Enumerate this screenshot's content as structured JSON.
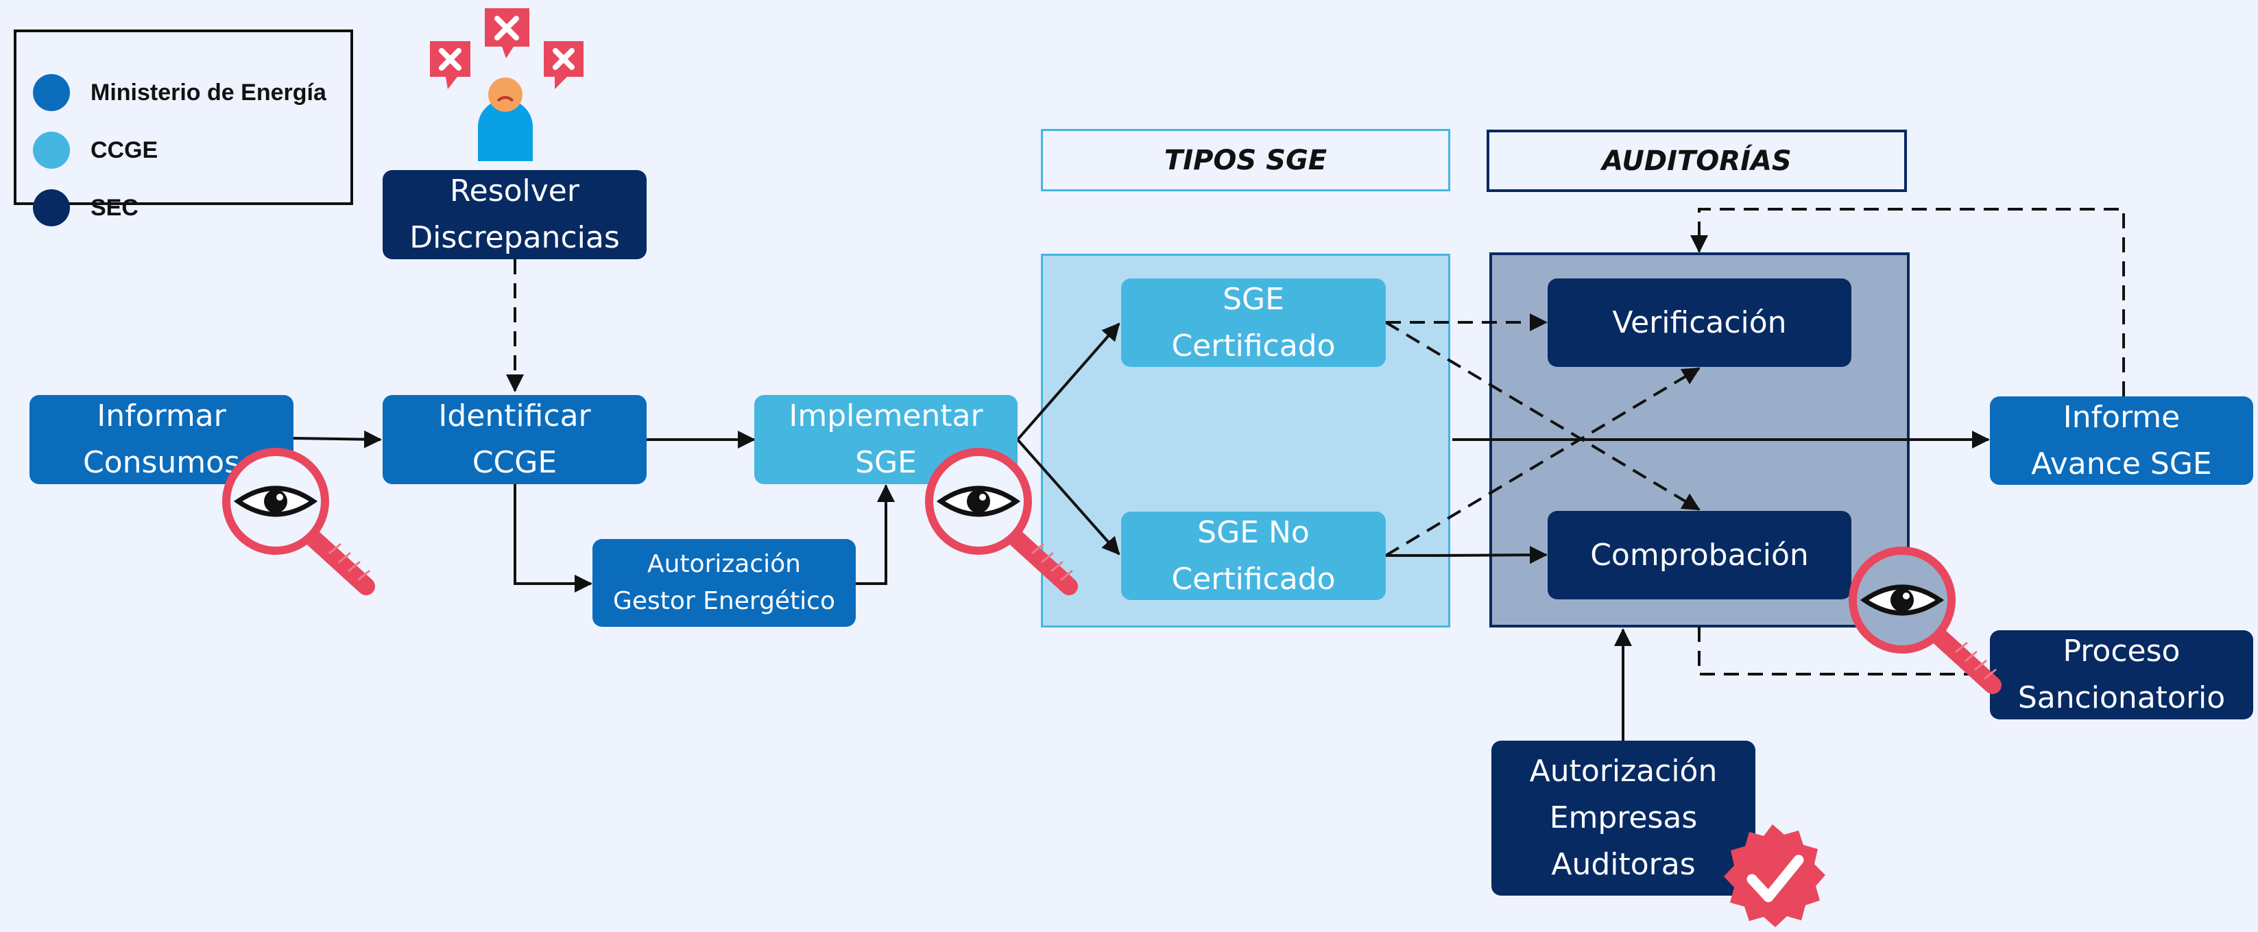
{
  "colors": {
    "ministerio": "#0b6cbc",
    "ccge": "#45b6e0",
    "sec": "#072a62",
    "tipos_panel": "#b3dcf3",
    "auditorias_panel": "#9baec9",
    "alert_red": "#e8475d",
    "background": "#eef3fe"
  },
  "legend": {
    "items": [
      {
        "label": "Ministerio de Energía",
        "color": "#0b6cbc"
      },
      {
        "label": "CCGE",
        "color": "#45b6e0"
      },
      {
        "label": "SEC",
        "color": "#072a62"
      }
    ]
  },
  "headers": {
    "tipos": "TIPOS SGE",
    "auditorias": "AUDITORÍAS"
  },
  "nodes": {
    "informar_consumos": "Informar\nConsumos",
    "resolver_discrepancias": "Resolver\nDiscrepancias",
    "identificar_ccge": "Identificar\nCCGE",
    "autorizacion_gestor": "Autorización\nGestor Energético",
    "implementar_sge": "Implementar\nSGE",
    "sge_certificado": "SGE\nCertificado",
    "sge_no_certificado": "SGE No\nCertificado",
    "verificacion": "Verificación",
    "comprobacion": "Comprobación",
    "autorizacion_empresas": "Autorización\nEmpresas\nAuditoras",
    "informe_avance": "Informe\nAvance SGE",
    "proceso_sancionatorio": "Proceso\nSancionatorio"
  },
  "icons": {
    "person": "frustrated-person-icon",
    "error_bubble": "error-x-bubble-icon",
    "inspection": "magnifier-eye-icon",
    "approval": "approval-check-badge-icon"
  }
}
